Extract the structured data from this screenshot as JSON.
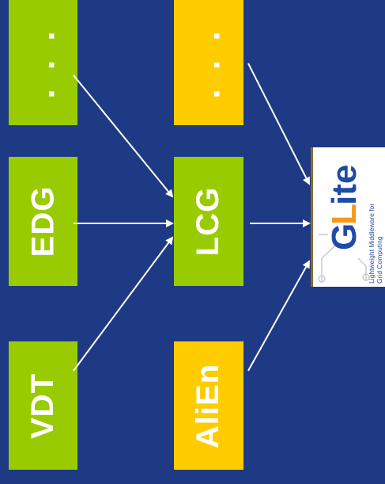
{
  "diagram": {
    "colors": {
      "background": "#1e3a85",
      "green": "#99cc00",
      "yellow": "#ffcc00",
      "arrow": "#ffffff",
      "logo_blue": "#1f4ba8",
      "logo_orange": "#f29a18"
    },
    "left_column": {
      "top_label": ". . .",
      "middle_label": "EDG",
      "bottom_label": "VDT"
    },
    "middle_column": {
      "top_label": ". . .",
      "middle_label": "LCG",
      "bottom_label": "AliEn"
    },
    "logo": {
      "g": "G",
      "l": "L",
      "ite": "ite",
      "tagline_1": "Lightweight Middleware for",
      "tagline_2": "Grid Computing"
    }
  }
}
